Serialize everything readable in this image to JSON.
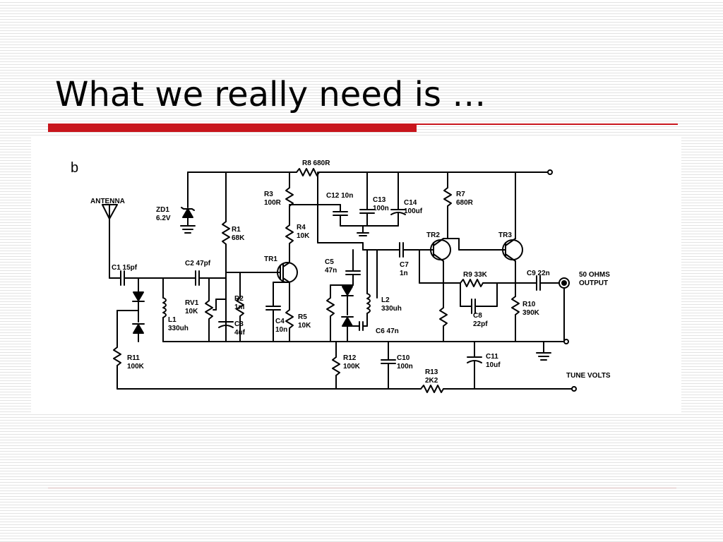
{
  "slide": {
    "title": "What we really need is …",
    "accent_color": "#c8151c"
  },
  "schematic": {
    "figure_letter": "b",
    "labels": {
      "antenna": "ANTENNA",
      "zd1_name": "ZD1",
      "zd1_val": "6.2V",
      "r8": "R8 680R",
      "r3_name": "R3",
      "r3_val": "100R",
      "c12": "C12 10n",
      "c13_name": "C13",
      "c13_val": "100n",
      "c14_name": "C14",
      "c14_val": "100uf",
      "r7_name": "R7",
      "r7_val": "680R",
      "r1_name": "R1",
      "r1_val": "68K",
      "r4_name": "R4",
      "r4_val": "10K",
      "tr2": "TR2",
      "tr3": "TR3",
      "tr1": "TR1",
      "c1": "C1 15pf",
      "c2": "C2 47pf",
      "c5_name": "C5",
      "c5_val": "47n",
      "c7_name": "C7",
      "c7_val": "1n",
      "r9": "R9 33K",
      "c9": "C9 22n",
      "ohms": "50 OHMS",
      "output": "OUTPUT",
      "rv1_name": "RV1",
      "rv1_val": "10K",
      "r2_name": "R2",
      "r2_val": "1m",
      "l1_name": "L1",
      "l1_val": "330uh",
      "c3_name": "C3",
      "c3_val": "4uf",
      "c4_name": "C4",
      "c4_val": "10n",
      "r5_name": "R5",
      "r5_val": "10K",
      "l2_name": "L2",
      "l2_val": "330uh",
      "c6": "C6 47n",
      "c8_name": "C8",
      "c8_val": "22pf",
      "r10_name": "R10",
      "r10_val": "390K",
      "r11_name": "R11",
      "r11_val": "100K",
      "r12_name": "R12",
      "r12_val": "100K",
      "c10_name": "C10",
      "c10_val": "100n",
      "c11_name": "C11",
      "c11_val": "10uf",
      "r13_name": "R13",
      "r13_val": "2K2",
      "tune_volts": "TUNE VOLTS"
    }
  }
}
